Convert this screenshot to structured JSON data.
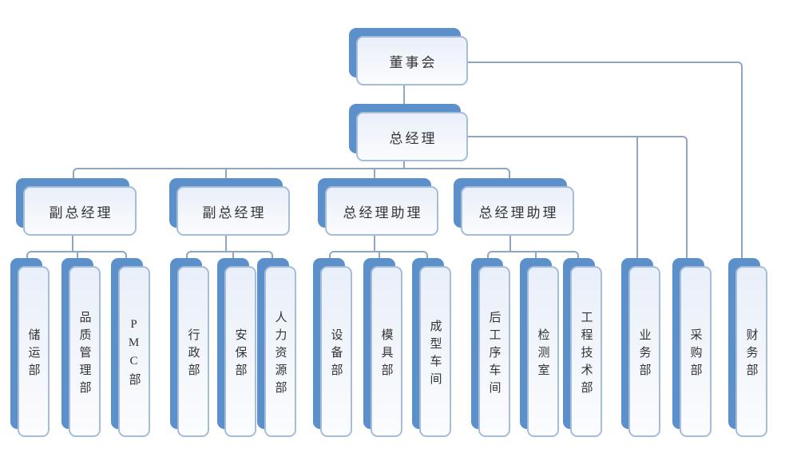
{
  "theme": {
    "node_fill": "#5B90CB",
    "face_border": "#A5BDDA",
    "face_top": "#E9EFF9",
    "face_bottom": "#FBFCFE",
    "line": "#8FA6C2",
    "text": "#333333",
    "background": "#FFFFFF"
  },
  "org": {
    "board": "董事会",
    "gm": "总经理",
    "groups": [
      {
        "parent": "副总经理",
        "children": [
          "储运部",
          "品质管理部",
          "PMC部"
        ]
      },
      {
        "parent": "副总经理",
        "children": [
          "行政部",
          "安保部",
          "人力资源部"
        ]
      },
      {
        "parent": "总经理助理",
        "children": [
          "设备部",
          "模具部",
          "成型车间"
        ]
      },
      {
        "parent": "总经理助理",
        "children": [
          "后工序车间",
          "检测室",
          "工程技术部"
        ]
      }
    ],
    "gm_direct": [
      "业务部",
      "采购部"
    ],
    "board_direct": [
      "财务部"
    ]
  }
}
